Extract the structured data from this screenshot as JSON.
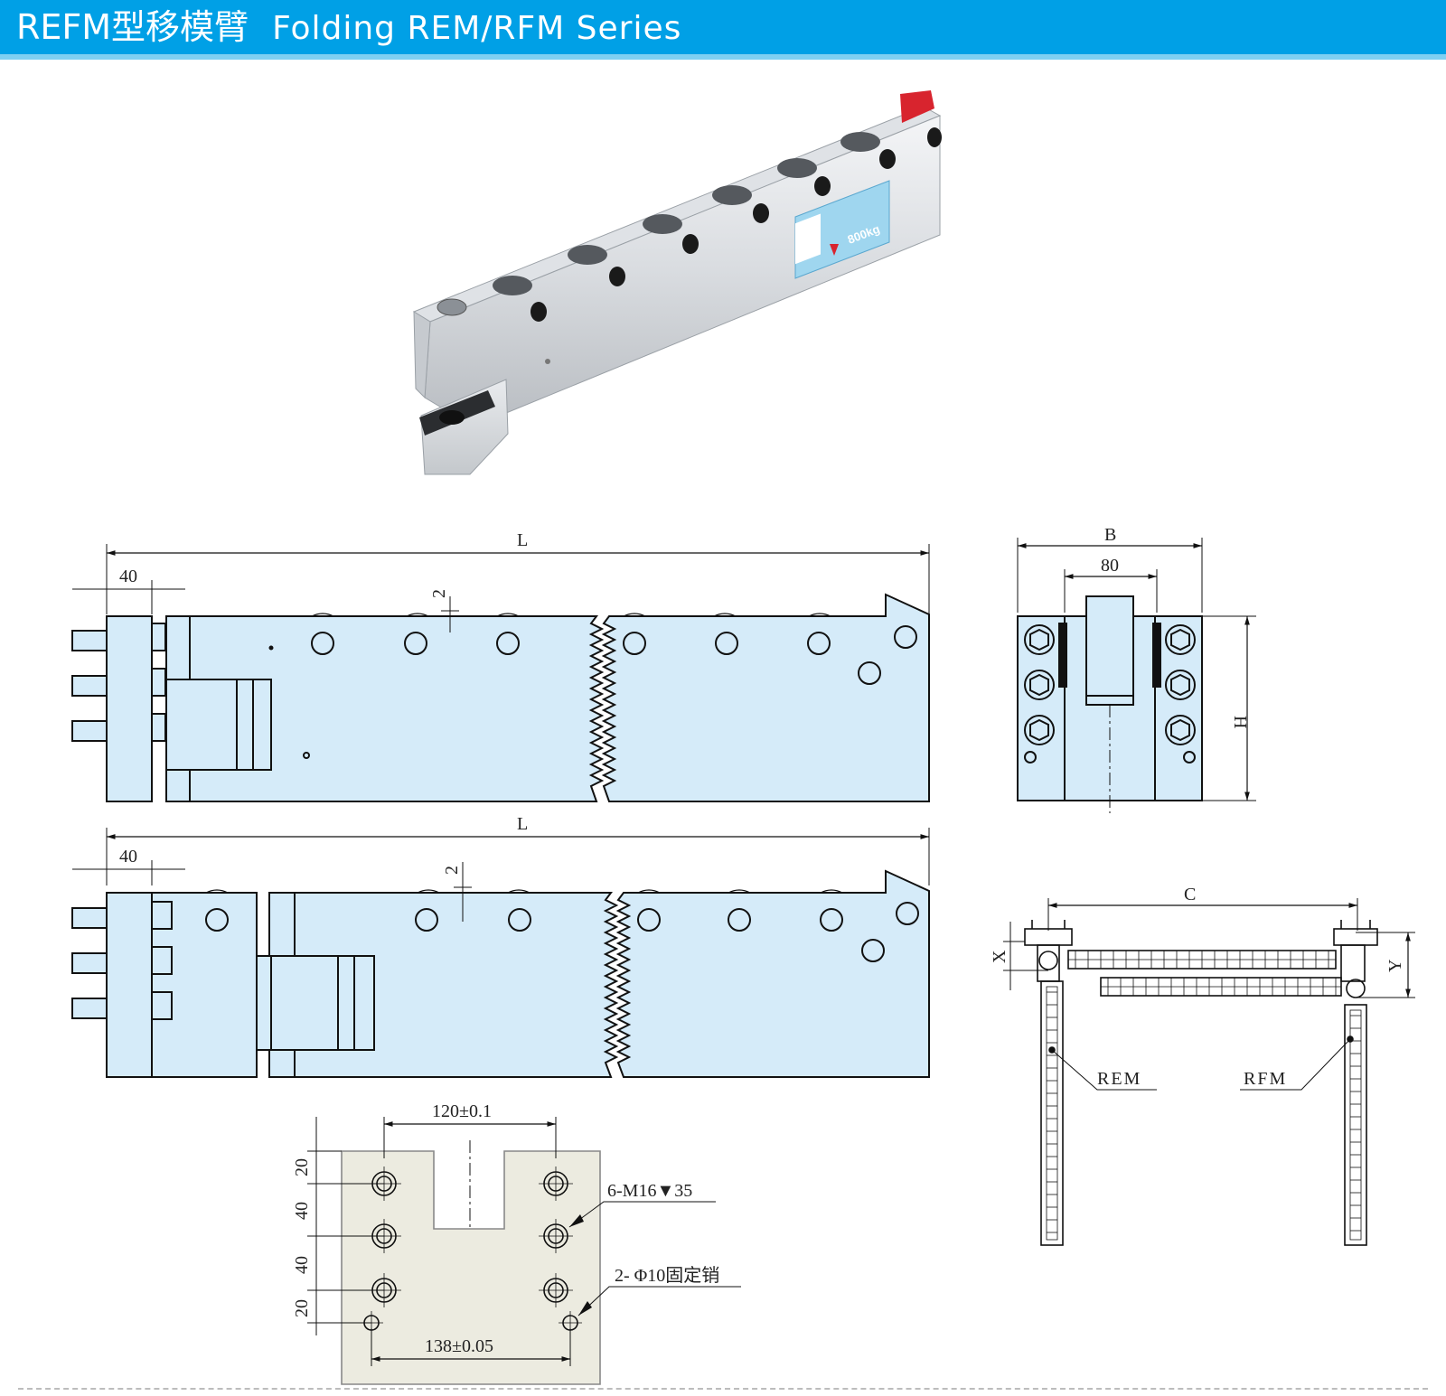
{
  "header": {
    "title_cn": "REFM型移模臂",
    "title_en": "Folding REM/RFM Series",
    "bg_color": "#00a0e6"
  },
  "product_label": {
    "capacity": "800kg"
  },
  "drawing_top": {
    "dim_L": "L",
    "dim_40": "40",
    "dim_2": "2"
  },
  "drawing_side": {
    "dim_B": "B",
    "dim_80": "80",
    "dim_H": "H"
  },
  "drawing_bottom": {
    "dim_L": "L",
    "dim_40": "40",
    "dim_2": "2"
  },
  "drawing_plan": {
    "dim_C": "C",
    "dim_X": "X",
    "dim_Y": "Y",
    "label_rem": "REM",
    "label_rfm": "RFM"
  },
  "drawing_holes": {
    "dim_top": "120±0.1",
    "dim_bottom": "138±0.05",
    "dim_20a": "20",
    "dim_40a": "40",
    "dim_40b": "40",
    "dim_20b": "20",
    "callout_thread": "6-M16▼35",
    "callout_pin": "2- Φ10固定销"
  },
  "colors": {
    "part_fill": "#d5ebf9",
    "plate_fill": "#ecebe0",
    "line": "#111111"
  }
}
